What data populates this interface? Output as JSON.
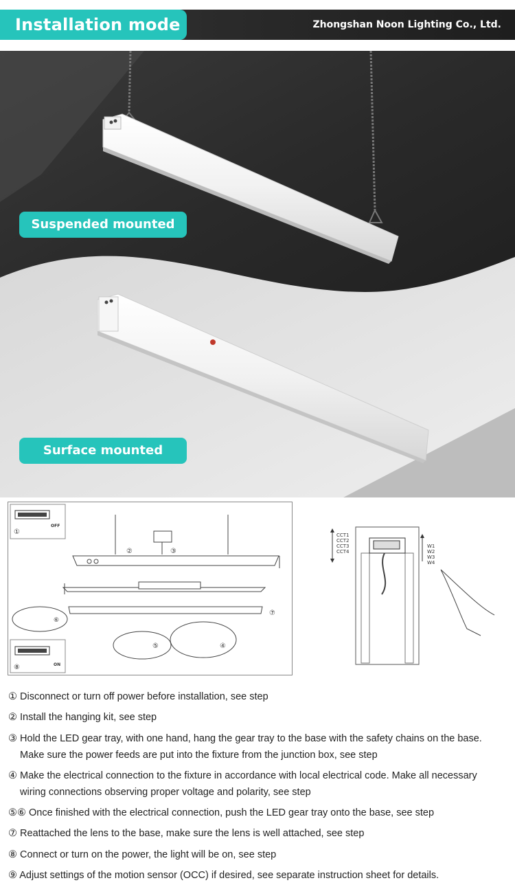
{
  "header": {
    "title": "Installation mode",
    "company": "Zhongshan Noon Lighting Co., Ltd."
  },
  "labels": {
    "suspended": "Suspended mounted",
    "surface": "Surface mounted"
  },
  "diagram": {
    "off_label": "OFF",
    "on_label": "ON",
    "cct_labels": [
      "CCT1",
      "CCT2",
      "CCT3",
      "CCT4"
    ],
    "w_labels": [
      "W1",
      "W2",
      "W3",
      "W4"
    ],
    "markers": [
      "①",
      "②",
      "③",
      "④",
      "⑤",
      "⑥",
      "⑦",
      "⑧"
    ]
  },
  "steps": [
    {
      "text": "① Disconnect or turn off power before installation, see step"
    },
    {
      "text": "② Install the hanging kit, see step"
    },
    {
      "text": "③ Hold the LED gear tray, with one hand, hang the gear tray to the base with the safety chains on the base.",
      "line2": "Make sure the power feeds are put into the fixture from the junction box, see step"
    },
    {
      "text": "④ Make the electrical connection to the fixture in accordance with local electrical code. Make all necessary",
      "line2": "wiring connections observing proper voltage and polarity, see step"
    },
    {
      "text": "⑤⑥ Once finished with the electrical connection, push the LED gear tray onto the base, see step"
    },
    {
      "text": "⑦ Reattached the lens to the base, make sure the lens is well attached, see step"
    },
    {
      "text": "⑧ Connect or turn on the power, the light will be on, see step"
    },
    {
      "text": "⑨ Adjust settings of the motion sensor (OCC) if desired, see separate instruction sheet for details."
    }
  ]
}
